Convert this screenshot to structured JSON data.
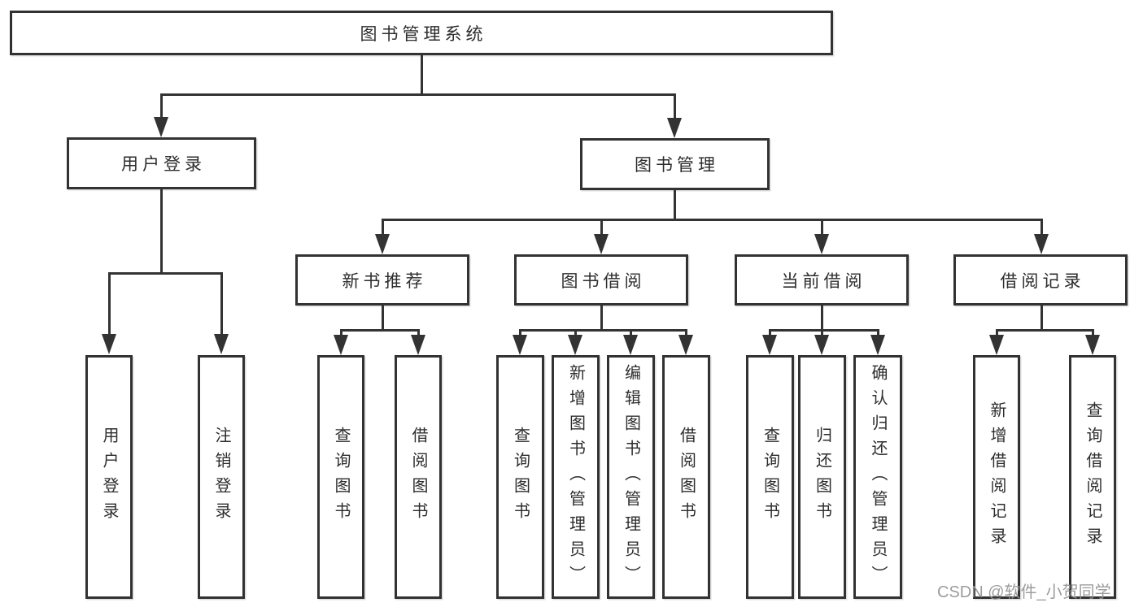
{
  "diagram": {
    "title": "图书管理系统",
    "modules": [
      {
        "label": "用户登录",
        "children": [
          "用户登录",
          "注销登录"
        ]
      },
      {
        "label": "图书管理",
        "submodules": [
          {
            "label": "新书推荐",
            "children": [
              "查询图书",
              "借阅图书"
            ]
          },
          {
            "label": "图书借阅",
            "children": [
              "查询图书",
              "新增图书（管理员）",
              "编辑图书（管理员）",
              "借阅图书"
            ]
          },
          {
            "label": "当前借阅",
            "children": [
              "查询图书",
              "归还图书",
              "确认归还（管理员）"
            ]
          },
          {
            "label": "借阅记录",
            "children": [
              "新增借阅记录",
              "查询借阅记录"
            ]
          }
        ]
      }
    ]
  },
  "watermark": {
    "text": "CSDN @软件_小贺同学"
  },
  "colors": {
    "background": "#ffffff",
    "box_fill": "#ffffff",
    "box_border": "#323232",
    "line": "#333333",
    "text": "#2d2d2d",
    "watermark": "#949494"
  }
}
